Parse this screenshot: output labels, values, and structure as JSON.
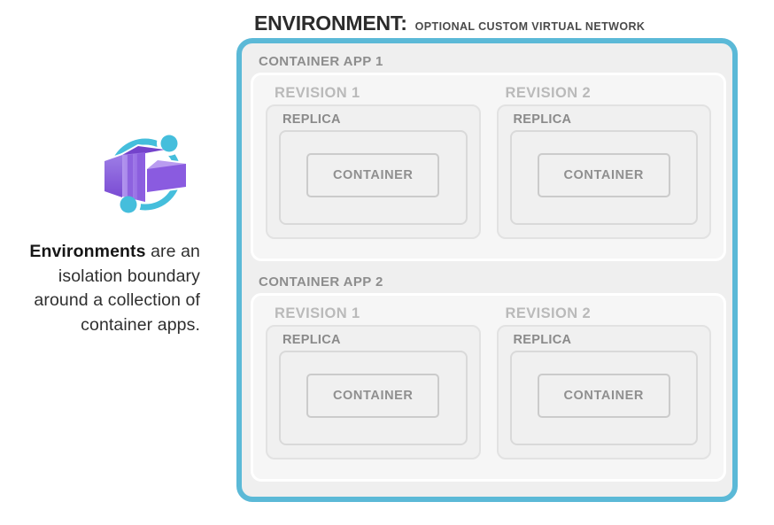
{
  "title": {
    "main": "ENVIRONMENT:",
    "sub": "OPTIONAL CUSTOM VIRTUAL NETWORK"
  },
  "caption": {
    "bold_lead": "Environments",
    "line1_rest": " are an",
    "lines": [
      "isolation boundary",
      "around a collection of",
      "container apps."
    ]
  },
  "icon": {
    "name": "azure-container-apps-icon"
  },
  "colors": {
    "environment_border": "#5bb9d7",
    "icon_blue": "#45bedc",
    "icon_purple_light": "#ab8dea",
    "icon_purple_mid": "#8a5be0",
    "icon_purple_dark": "#7443cb"
  },
  "environment": {
    "apps": [
      {
        "label": "CONTAINER APP 1",
        "revisions": [
          {
            "label": "REVISION 1",
            "replica_label": "REPLICA",
            "container_label": "CONTAINER"
          },
          {
            "label": "REVISION 2",
            "replica_label": "REPLICA",
            "container_label": "CONTAINER"
          }
        ]
      },
      {
        "label": "CONTAINER APP 2",
        "revisions": [
          {
            "label": "REVISION 1",
            "replica_label": "REPLICA",
            "container_label": "CONTAINER"
          },
          {
            "label": "REVISION 2",
            "replica_label": "REPLICA",
            "container_label": "CONTAINER"
          }
        ]
      }
    ]
  }
}
